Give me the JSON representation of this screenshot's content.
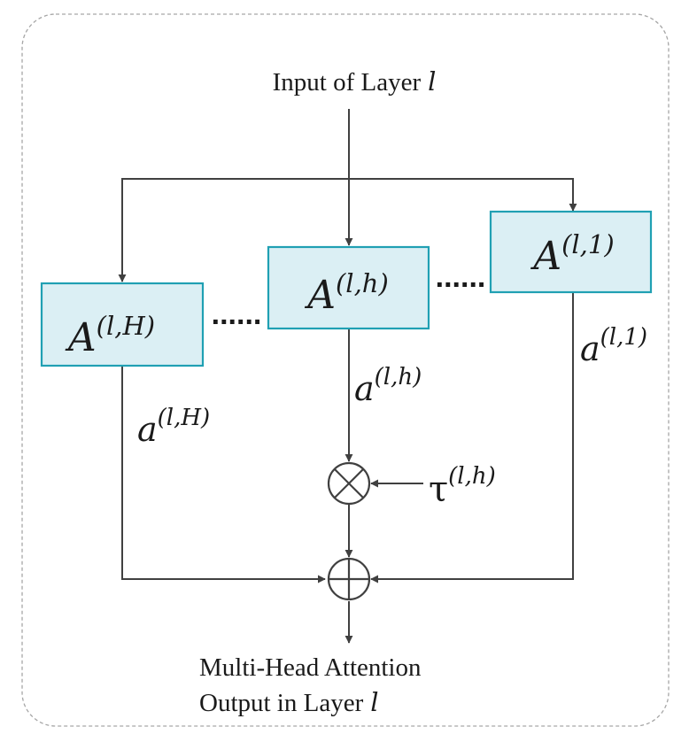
{
  "title": {
    "input_text": "Input of Layer",
    "input_var": "l"
  },
  "output": {
    "line1": "Multi-Head Attention",
    "line2_text": "Output in Layer",
    "line2_var": "l"
  },
  "heads": {
    "H": {
      "base": "A",
      "sup": "(l,H)"
    },
    "h": {
      "base": "A",
      "sup": "(l,h)"
    },
    "one": {
      "base": "A",
      "sup": "(l,1)"
    }
  },
  "edges": {
    "H": {
      "base": "a",
      "sup": "(l,H)"
    },
    "h": {
      "base": "a",
      "sup": "(l,h)"
    },
    "one": {
      "base": "a",
      "sup": "(l,1)"
    }
  },
  "tau": {
    "base": "τ",
    "sup": "(l,h)"
  },
  "ellipsis": "......",
  "operators": {
    "multiply": "⊗",
    "add": "⊕"
  },
  "colors": {
    "box_fill": "#dbeff4",
    "box_stroke": "#20a0b3",
    "line": "#404040",
    "frame": "#a6a6a6"
  }
}
